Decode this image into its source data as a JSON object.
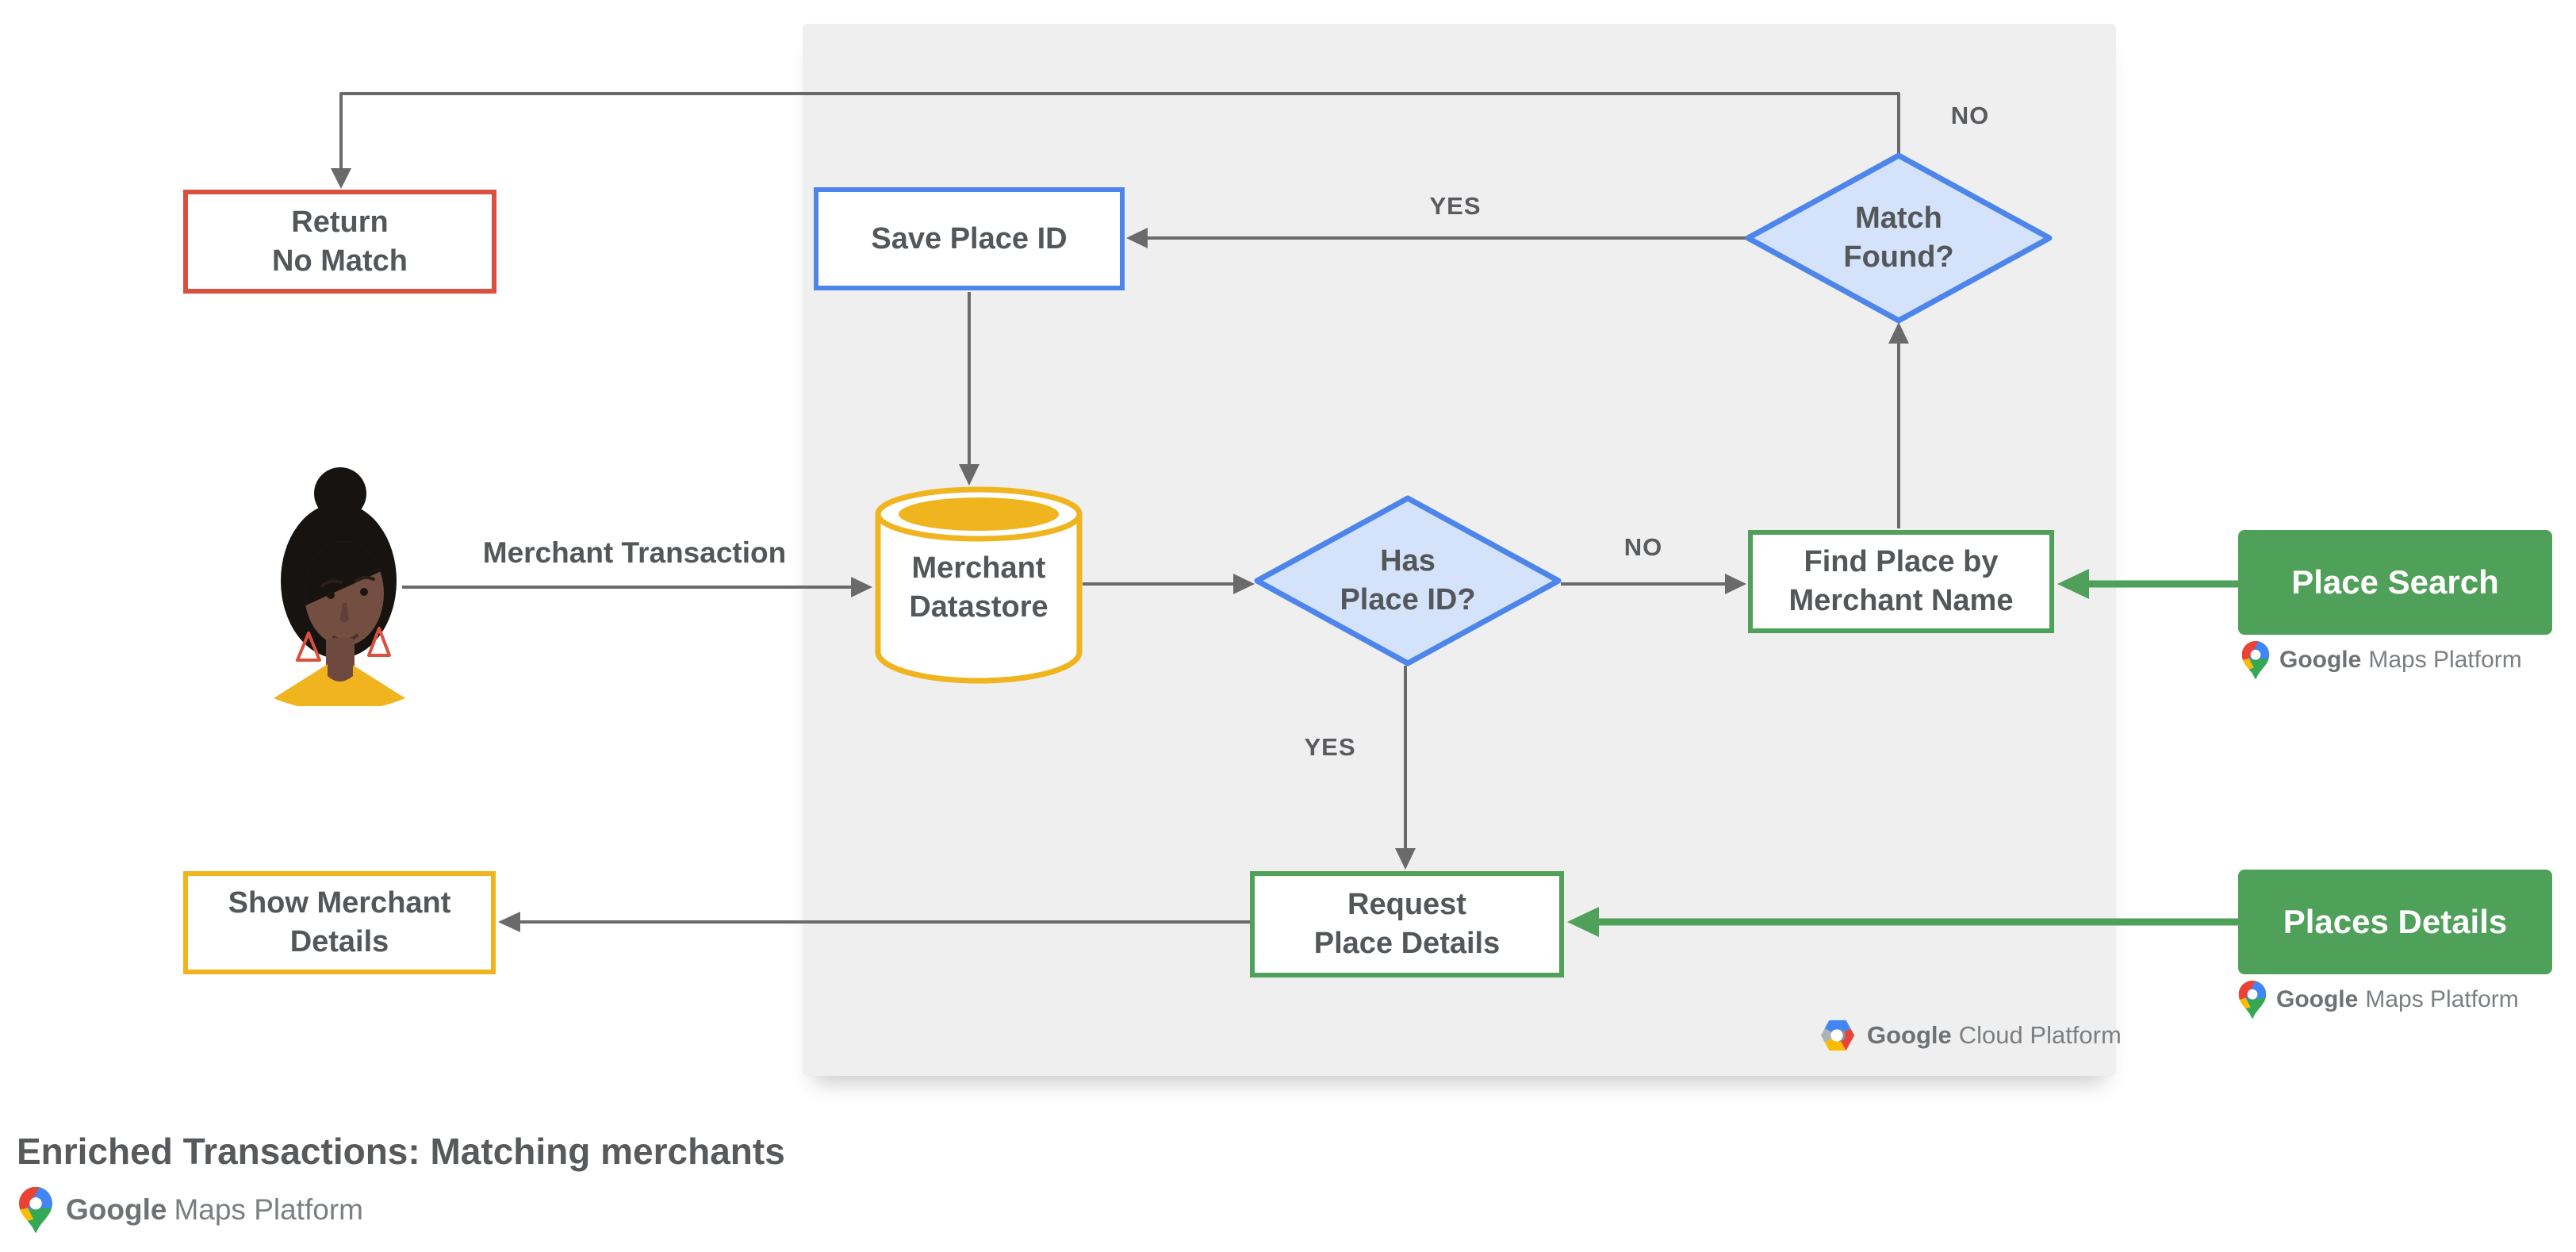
{
  "title": "Enriched Transactions: Matching merchants",
  "nodes": {
    "return_no_match": {
      "label": "Return\nNo Match"
    },
    "save_place_id": {
      "label": "Save Place ID"
    },
    "merchant_datastore": {
      "label": "Merchant\nDatastore"
    },
    "has_place_id": {
      "label": "Has\nPlace ID?"
    },
    "match_found": {
      "label": "Match\nFound?"
    },
    "find_place_by_merchant_name": {
      "label": "Find Place by\nMerchant Name"
    },
    "request_place_details": {
      "label": "Request\nPlace Details"
    },
    "show_merchant_details": {
      "label": "Show Merchant\nDetails"
    },
    "place_search": {
      "label": "Place Search"
    },
    "places_details": {
      "label": "Places Details"
    }
  },
  "edge_labels": {
    "merchant_transaction": "Merchant Transaction",
    "match_found_no": "NO",
    "match_found_yes": "YES",
    "has_place_id_no": "NO",
    "has_place_id_yes": "YES"
  },
  "logos": {
    "gcp": {
      "brand": "Google",
      "product": "Cloud Platform"
    },
    "gmp": {
      "brand": "Google",
      "product": "Maps Platform"
    }
  },
  "colors": {
    "red": "#D9503F",
    "blue": "#4E85EA",
    "blue_fill": "#D4E2FA",
    "yellow": "#F0B41F",
    "green": "#4FA058",
    "line_gray": "#6A6A6A",
    "text_gray": "#54575A",
    "panel_gray": "#EFEFEF"
  }
}
